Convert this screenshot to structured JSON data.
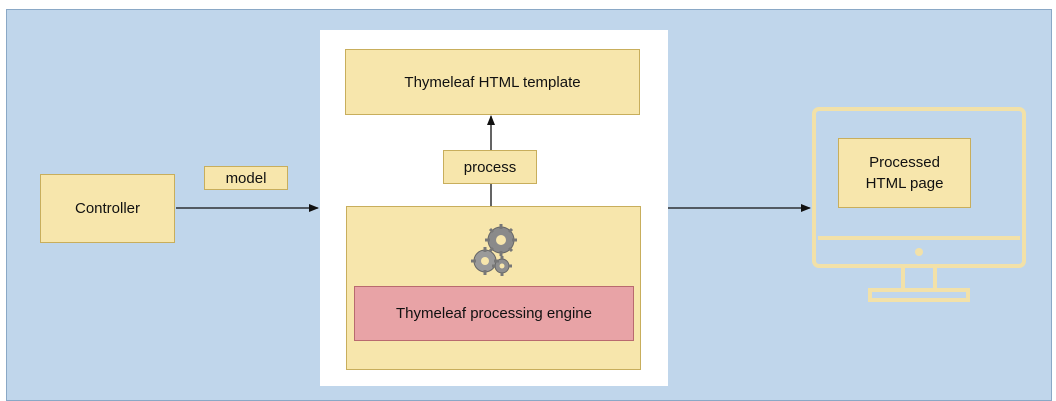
{
  "diagram": {
    "controller": "Controller",
    "model": "model",
    "template": "Thymeleaf HTML template",
    "process": "process",
    "engine": "Thymeleaf processing engine",
    "output": "Processed\nHTML page",
    "gear_icon": "gears-icon",
    "monitor_icon": "monitor-icon"
  },
  "colors": {
    "background": "#c0d6eb",
    "box_fill": "#f7e6ac",
    "engine_fill": "#e8a3a6",
    "monitor": "#f7e6ac"
  }
}
